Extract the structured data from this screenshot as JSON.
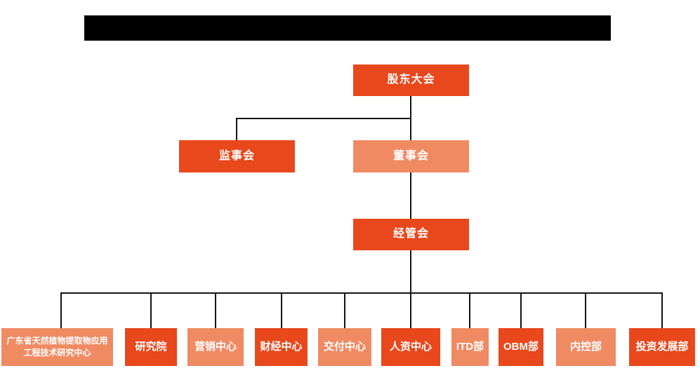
{
  "colors": {
    "dark": "#E8481C",
    "light": "#F08A63",
    "line": "#141414",
    "bar": "#000000",
    "nodeText": "#ffffff",
    "bg": "#ffffff"
  },
  "header": {
    "redacted": true
  },
  "org": {
    "level1": [
      {
        "id": "shareholders",
        "label": "股东大会",
        "variant": "dark"
      }
    ],
    "level2": [
      {
        "id": "supervisors",
        "label": "监事会",
        "variant": "dark"
      },
      {
        "id": "directors",
        "label": "董事会",
        "variant": "light"
      }
    ],
    "level3": [
      {
        "id": "management",
        "label": "经管会",
        "variant": "dark"
      }
    ],
    "level4": [
      {
        "id": "research-center",
        "label": "广东省天然植物提取物应用工程技术研究中心",
        "variant": "light"
      },
      {
        "id": "research-institute",
        "label": "研究院",
        "variant": "dark"
      },
      {
        "id": "marketing-center",
        "label": "营销中心",
        "variant": "light"
      },
      {
        "id": "finance-center",
        "label": "财经中心",
        "variant": "dark"
      },
      {
        "id": "delivery-center",
        "label": "交付中心",
        "variant": "light"
      },
      {
        "id": "hr-center",
        "label": "人资中心",
        "variant": "dark"
      },
      {
        "id": "itd-dept",
        "label": "ITD部",
        "variant": "light"
      },
      {
        "id": "obm-dept",
        "label": "OBM部",
        "variant": "dark"
      },
      {
        "id": "internal-control-dept",
        "label": "内控部",
        "variant": "light"
      },
      {
        "id": "investment-development-dept",
        "label": "投资发展部",
        "variant": "dark"
      }
    ]
  }
}
